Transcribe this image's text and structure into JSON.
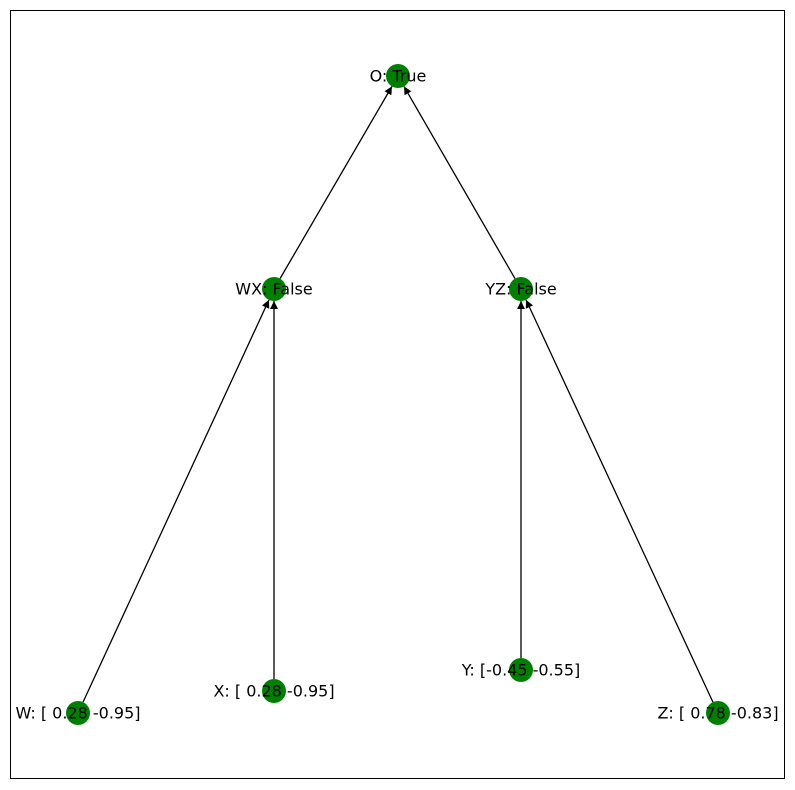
{
  "graph": {
    "node_color": "#008000",
    "edge_color": "#000000",
    "nodes": [
      {
        "id": "O",
        "label": "O: True"
      },
      {
        "id": "WX",
        "label": "WX: False"
      },
      {
        "id": "YZ",
        "label": "YZ: False"
      },
      {
        "id": "W",
        "label": "W: [ 0.28 -0.95]"
      },
      {
        "id": "X",
        "label": "X: [ 0.28 -0.95]"
      },
      {
        "id": "Y",
        "label": "Y: [-0.45 -0.55]"
      },
      {
        "id": "Z",
        "label": "Z: [ 0.78 -0.83]"
      }
    ],
    "edges": [
      {
        "from": "WX",
        "to": "O"
      },
      {
        "from": "YZ",
        "to": "O"
      },
      {
        "from": "W",
        "to": "WX"
      },
      {
        "from": "X",
        "to": "WX"
      },
      {
        "from": "Y",
        "to": "YZ"
      },
      {
        "from": "Z",
        "to": "YZ"
      }
    ]
  }
}
